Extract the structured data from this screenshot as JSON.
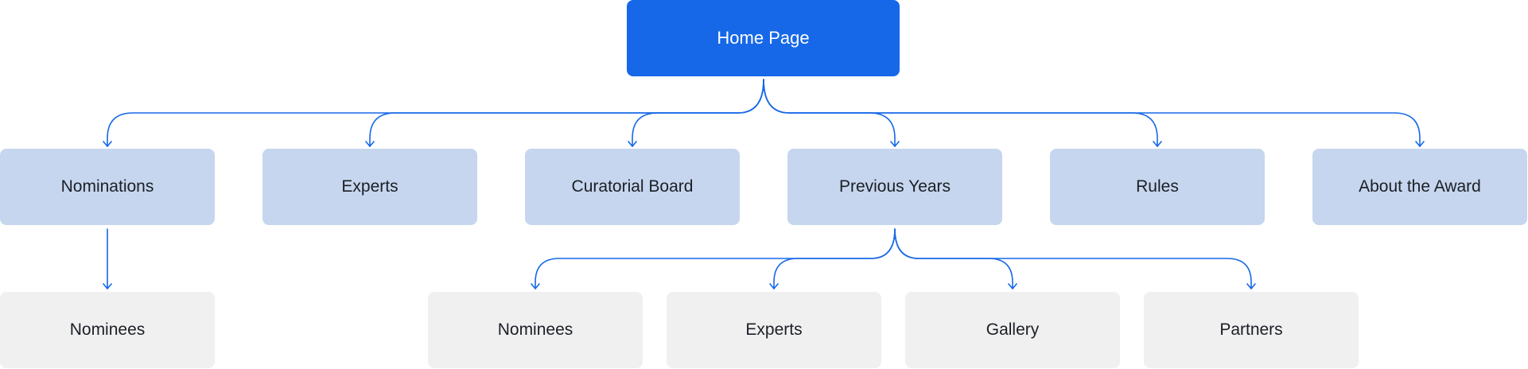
{
  "diagram": {
    "root": {
      "label": "Home Page"
    },
    "sections": [
      {
        "label": "Nominations"
      },
      {
        "label": "Experts"
      },
      {
        "label": "Curatorial Board"
      },
      {
        "label": "Previous Years"
      },
      {
        "label": "Rules"
      },
      {
        "label": "About the Award"
      }
    ],
    "nominations_children": [
      {
        "label": "Nominees"
      }
    ],
    "previous_years_children": [
      {
        "label": "Nominees"
      },
      {
        "label": "Experts"
      },
      {
        "label": "Gallery"
      },
      {
        "label": "Partners"
      }
    ],
    "colors": {
      "root_fill": "#1668e8",
      "section_fill": "#c6d6ee",
      "child_fill": "#f0f0f0",
      "connector": "#1668e8",
      "text": "#1b1f26"
    }
  }
}
